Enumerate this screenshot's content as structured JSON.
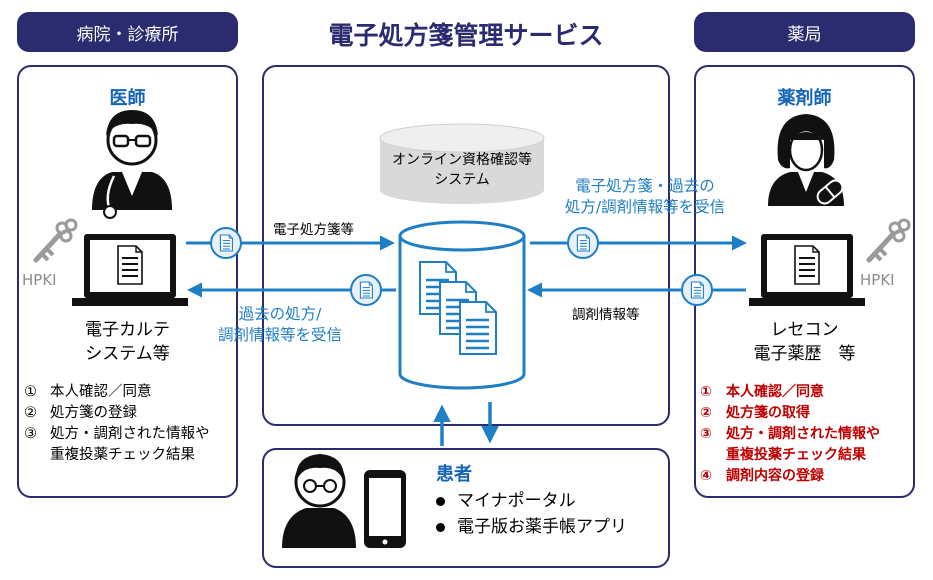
{
  "title": "電子処方箋管理サービス",
  "left": {
    "header": "病院・診療所",
    "role": "医師",
    "hpki": "HPKI",
    "system_line1": "電子カルテ",
    "system_line2": "システム等",
    "steps": [
      {
        "num": "①",
        "text": "本人確認／同意"
      },
      {
        "num": "②",
        "text": "処方箋の登録"
      },
      {
        "num": "③",
        "text": "処方・調剤された情報や"
      },
      {
        "num": "",
        "text": "重複投薬チェック結果"
      }
    ]
  },
  "right": {
    "header": "薬局",
    "role": "薬剤師",
    "hpki": "HPKI",
    "system_line1": "レセコン",
    "system_line2": "電子薬歴　等",
    "steps": [
      {
        "num": "①",
        "text": "本人確認／同意"
      },
      {
        "num": "②",
        "text": "処方箋の取得"
      },
      {
        "num": "③",
        "text": "処方・調剤された情報や"
      },
      {
        "num": "",
        "text": "重複投薬チェック結果"
      },
      {
        "num": "④",
        "text": "調剤内容の登録"
      }
    ]
  },
  "center": {
    "online_line1": "オンライン資格確認等",
    "online_line2": "システム",
    "arrow_to_server": "電子処方箋等",
    "arrow_to_clinic_line1": "過去の処方/",
    "arrow_to_clinic_line2": "調剤情報等を受信",
    "arrow_to_pharmacy_line1": "電子処方箋・過去の",
    "arrow_to_pharmacy_line2": "処方/調剤情報等を受信",
    "arrow_from_pharmacy": "調剤情報等"
  },
  "patient": {
    "role": "患者",
    "items": [
      "マイナポータル",
      "電子版お薬手帳アプリ"
    ]
  },
  "colors": {
    "navy": "#2b2c6f",
    "blue": "#1f7fc4",
    "red": "#c00000"
  }
}
